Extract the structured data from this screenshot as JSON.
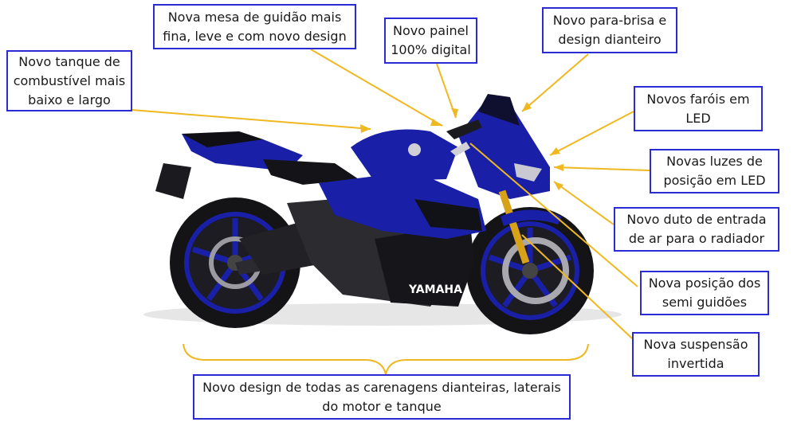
{
  "annotations": {
    "tanque": "Novo tanque de combustível mais baixo e largo",
    "mesa": "Nova mesa de guidão mais fina, leve e com novo design",
    "painel": "Novo painel 100% digital",
    "parabrisa": "Novo para-brisa e design dianteiro",
    "farois": "Novos faróis em LED",
    "luzes": "Novas luzes de posição em LED",
    "duto": "Novo duto de entrada de ar para o radiador",
    "guidoes": "Nova posição dos semi guidões",
    "suspensao": "Nova suspensão invertida",
    "carenagens": "Novo design de todas as carenagens dianteiras, laterais do motor e tanque"
  },
  "brand": {
    "logo_text": "YAMAHA"
  },
  "colors": {
    "label_border": "#2b2bd6",
    "leader_line": "#f0b820",
    "bike_blue": "#1a1fa8",
    "bike_black": "#1b1b1f"
  }
}
